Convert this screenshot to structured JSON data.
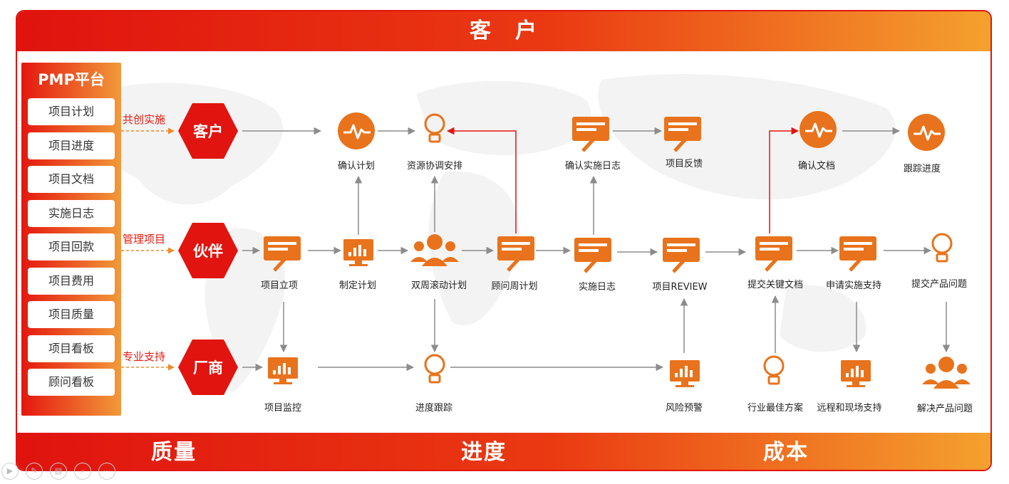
{
  "header": {
    "title": "客　户"
  },
  "footer": {
    "labels": [
      "质量",
      "进度",
      "成本"
    ]
  },
  "platform": {
    "title": "PMP平台",
    "items": [
      "项目计划",
      "项目进度",
      "项目文档",
      "实施日志",
      "项目回款",
      "项目费用",
      "项目质量",
      "项目看板",
      "顾问看板"
    ]
  },
  "roles": [
    {
      "name": "客户",
      "label": "共创实施"
    },
    {
      "name": "伙伴",
      "label": "管理项目"
    },
    {
      "name": "厂商",
      "label": "专业支持"
    }
  ],
  "nodes": {
    "confirm_plan": {
      "label": "确认计划",
      "icon": "pulse-icon"
    },
    "resource": {
      "label": "资源协调安排",
      "icon": "lightbulb-icon"
    },
    "confirm_log": {
      "label": "确认实施日志",
      "icon": "document-pen-icon"
    },
    "feedback": {
      "label": "项目反馈",
      "icon": "document-pen-icon"
    },
    "confirm_doc": {
      "label": "确认文档",
      "icon": "pulse-icon"
    },
    "track_progress": {
      "label": "跟踪进度",
      "icon": "pulse-icon"
    },
    "initiation": {
      "label": "项目立项",
      "icon": "document-pen-icon"
    },
    "make_plan": {
      "label": "制定计划",
      "icon": "monitor-chart-icon"
    },
    "biweekly": {
      "label": "双周滚动计划",
      "icon": "team-icon"
    },
    "weekly": {
      "label": "顾问周计划",
      "icon": "document-pen-icon"
    },
    "impl_log": {
      "label": "实施日志",
      "icon": "document-pen-icon"
    },
    "review": {
      "label": "项目REVIEW",
      "icon": "document-pen-icon"
    },
    "key_docs": {
      "label": "提交关键文档",
      "icon": "document-pen-icon"
    },
    "apply_support": {
      "label": "申请实施支持",
      "icon": "document-pen-icon"
    },
    "submit_issue": {
      "label": "提交产品问题",
      "icon": "lightbulb-icon"
    },
    "monitor": {
      "label": "项目监控",
      "icon": "monitor-chart-icon"
    },
    "progress_track": {
      "label": "进度跟踪",
      "icon": "lightbulb-icon"
    },
    "risk": {
      "label": "风险预警",
      "icon": "monitor-chart-icon"
    },
    "best_practice": {
      "label": "行业最佳方案",
      "icon": "lightbulb-icon"
    },
    "remote_support": {
      "label": "远程和现场支持",
      "icon": "monitor-chart-icon"
    },
    "solve_issue": {
      "label": "解决产品问题",
      "icon": "team-icon"
    }
  },
  "colors": {
    "red": "#e1140f",
    "orange": "#e8731c",
    "arrow": "#8c8c8c",
    "arrow_red": "#e1140f"
  }
}
